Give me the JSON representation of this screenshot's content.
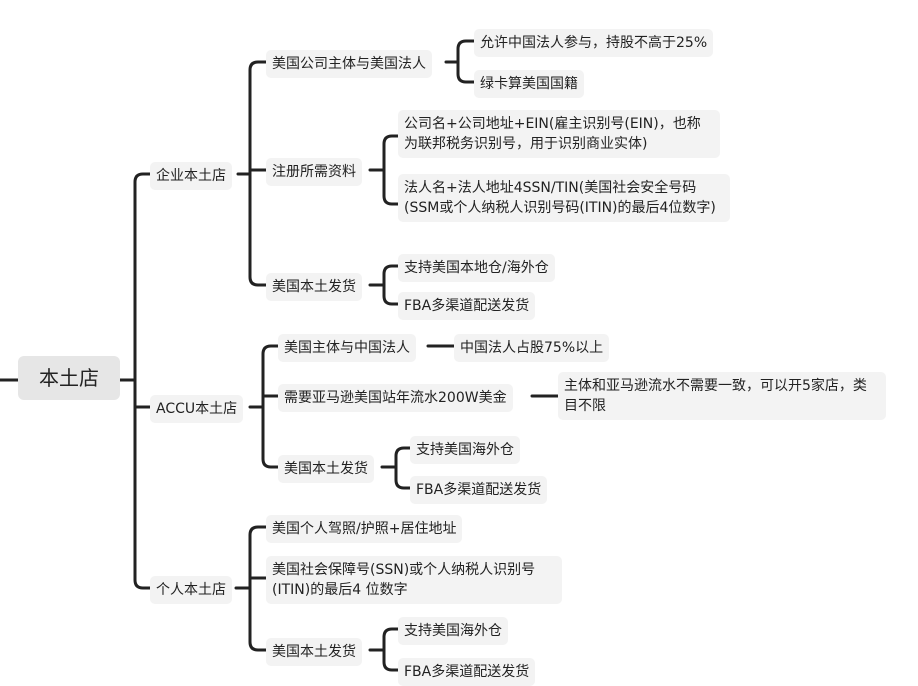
{
  "root": {
    "label": "本土店"
  },
  "enterprise": {
    "label": "企业本土店",
    "entity": {
      "label": "美国公司主体与美国法人",
      "items": [
        "允许中国法人参与，持股不高于25%",
        "绿卡算美国国籍"
      ]
    },
    "docs": {
      "label": "注册所需资料",
      "items": [
        "公司名+公司地址+EIN(雇主识别号(EIN)，也称为联邦税务识别号，用于识别商业实体)",
        "法人名+法人地址4SSN/TIN(美国社会安全号码(SSM或个人纳税人识别号码(ITIN)的最后4位数字)"
      ]
    },
    "ship": {
      "label": "美国本土发货",
      "items": [
        "支持美国本地仓/海外仓",
        "FBA多渠道配送发货"
      ]
    }
  },
  "accu": {
    "label": "ACCU本土店",
    "entity": {
      "label": "美国主体与中国法人",
      "item": "中国法人占股75%以上"
    },
    "sales": {
      "label": "需要亚马逊美国站年流水200W美金",
      "item": "主体和亚马逊流水不需要一致，可以开5家店，类目不限"
    },
    "ship": {
      "label": "美国本土发货",
      "items": [
        "支持美国海外仓",
        "FBA多渠道配送发货"
      ]
    }
  },
  "personal": {
    "label": "个人本土店",
    "license": "美国个人驾照/护照+居住地址",
    "ssn": "美国社会保障号(SSN)或个人纳税人识别号(ITIN)的最后4 位数字",
    "ship": {
      "label": "美国本土发货",
      "items": [
        "支持美国海外仓",
        "FBA多渠道配送发货"
      ]
    }
  },
  "colors": {
    "line": "#222222",
    "node_bg": "#f3f3f3",
    "root_bg": "#e6e6e6"
  }
}
